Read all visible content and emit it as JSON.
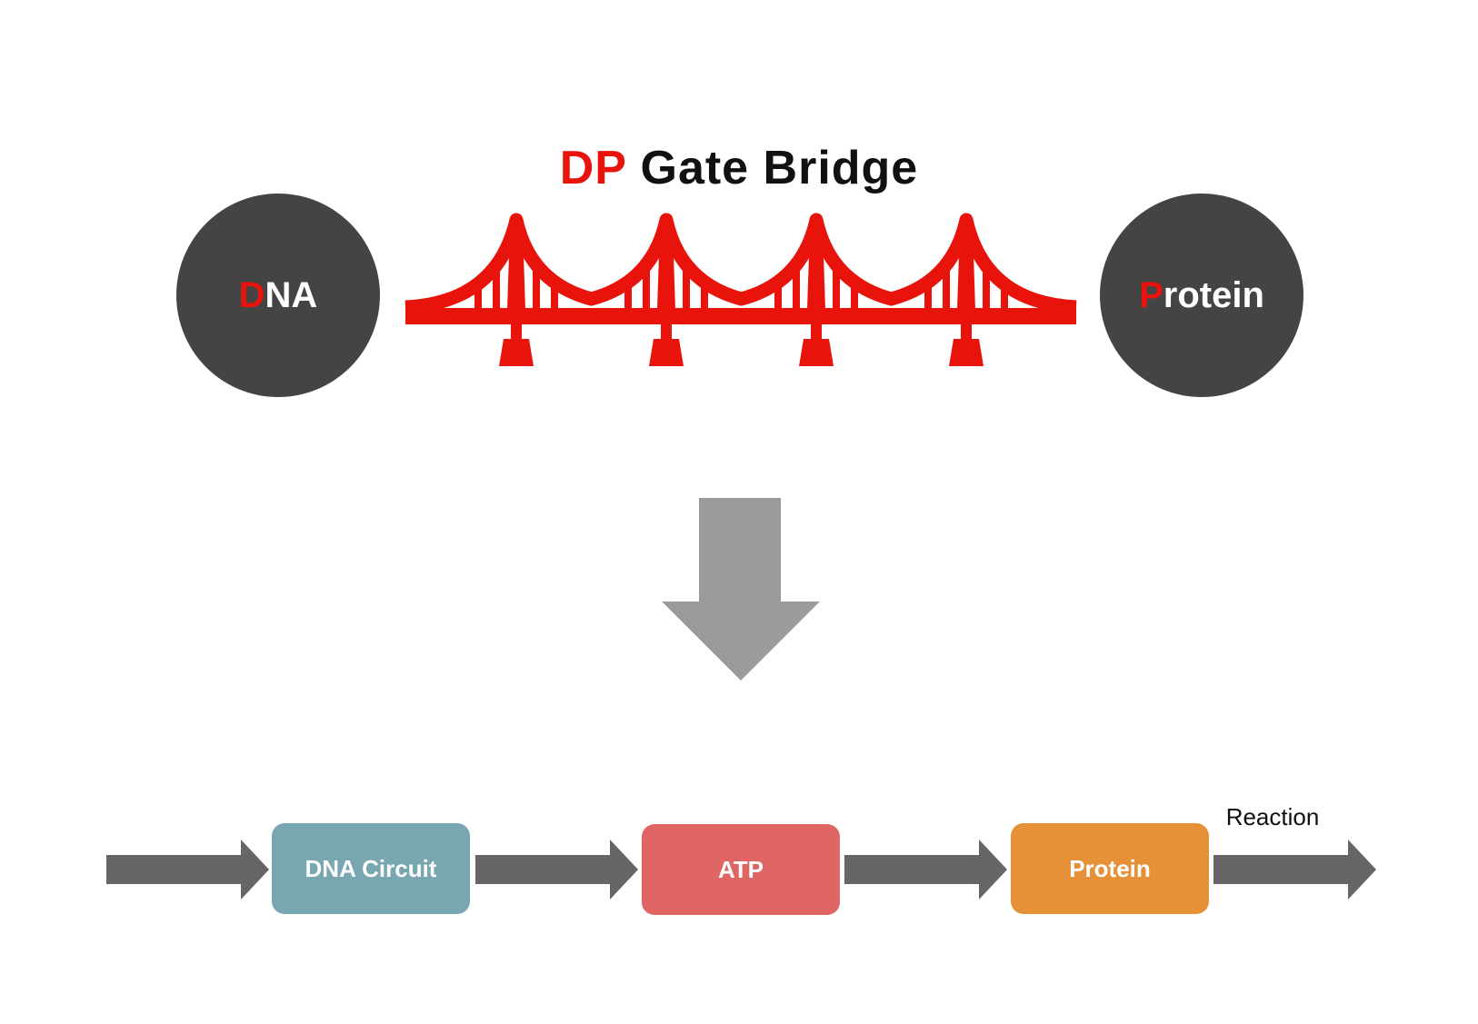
{
  "title": {
    "highlight": "DP",
    "rest": " Gate Bridge"
  },
  "nodes": {
    "dna": {
      "first_letter": "D",
      "rest": "NA"
    },
    "protein": {
      "first_letter": "P",
      "rest": "rotein"
    }
  },
  "flow": {
    "steps": [
      {
        "label": "DNA Circuit",
        "color": "#78a7b1"
      },
      {
        "label": "ATP",
        "color": "#e06666"
      },
      {
        "label": "Protein",
        "color": "#e69138"
      }
    ],
    "output_label": "Reaction"
  },
  "colors": {
    "accent_red": "#e8140c",
    "circle": "#444444",
    "down_arrow": "#9b9b9b",
    "flow_arrow": "#666666"
  },
  "icons": {
    "bridge": "suspension-bridge-icon",
    "down_arrow": "down-arrow-icon"
  }
}
